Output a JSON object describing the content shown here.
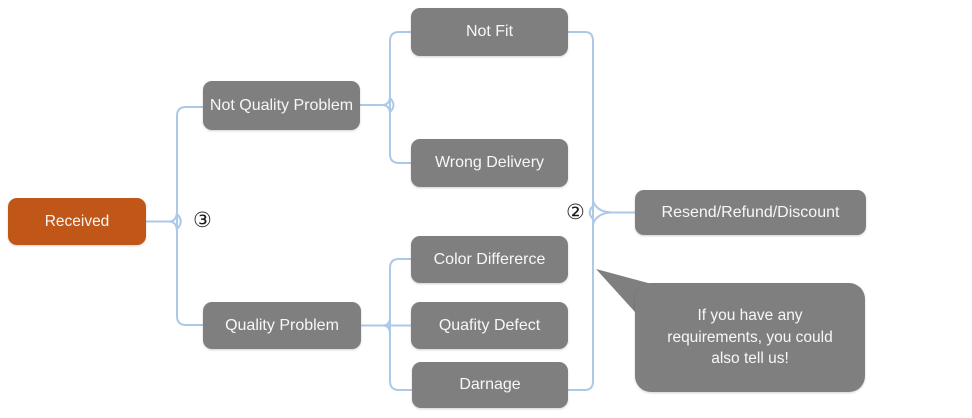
{
  "diagram": {
    "nodes": {
      "received": {
        "label": "Received"
      },
      "not_quality_problem": {
        "label": "Not Quality Problem"
      },
      "not_fit": {
        "label": "Not Fit"
      },
      "wrong_delivery": {
        "label": "Wrong Delivery"
      },
      "quality_problem": {
        "label": "Quality Problem"
      },
      "color_difference": {
        "label": "Color Differerce"
      },
      "quality_defect": {
        "label": "Quafity Defect"
      },
      "damage": {
        "label": "Darnage"
      },
      "resolution": {
        "label": "Resend/Refund/Discount"
      },
      "callout": {
        "label": "If you have any requirements, you could also tell us!"
      }
    },
    "junction_labels": {
      "received_branch": "③",
      "resolution_branch": "②"
    },
    "edges": [
      [
        "received",
        "not_quality_problem"
      ],
      [
        "received",
        "quality_problem"
      ],
      [
        "not_quality_problem",
        "not_fit"
      ],
      [
        "not_quality_problem",
        "wrong_delivery"
      ],
      [
        "quality_problem",
        "color_difference"
      ],
      [
        "quality_problem",
        "quality_defect"
      ],
      [
        "quality_problem",
        "damage"
      ],
      [
        "not_fit",
        "resolution"
      ],
      [
        "damage",
        "resolution"
      ],
      [
        "resolution",
        "callout"
      ]
    ],
    "colors": {
      "root_fill": "#C05617",
      "node_fill": "#7F7F7F",
      "connector": "#ADC9E7",
      "node_text": "#F7F7F7",
      "label_text": "#1A1A1A"
    }
  }
}
